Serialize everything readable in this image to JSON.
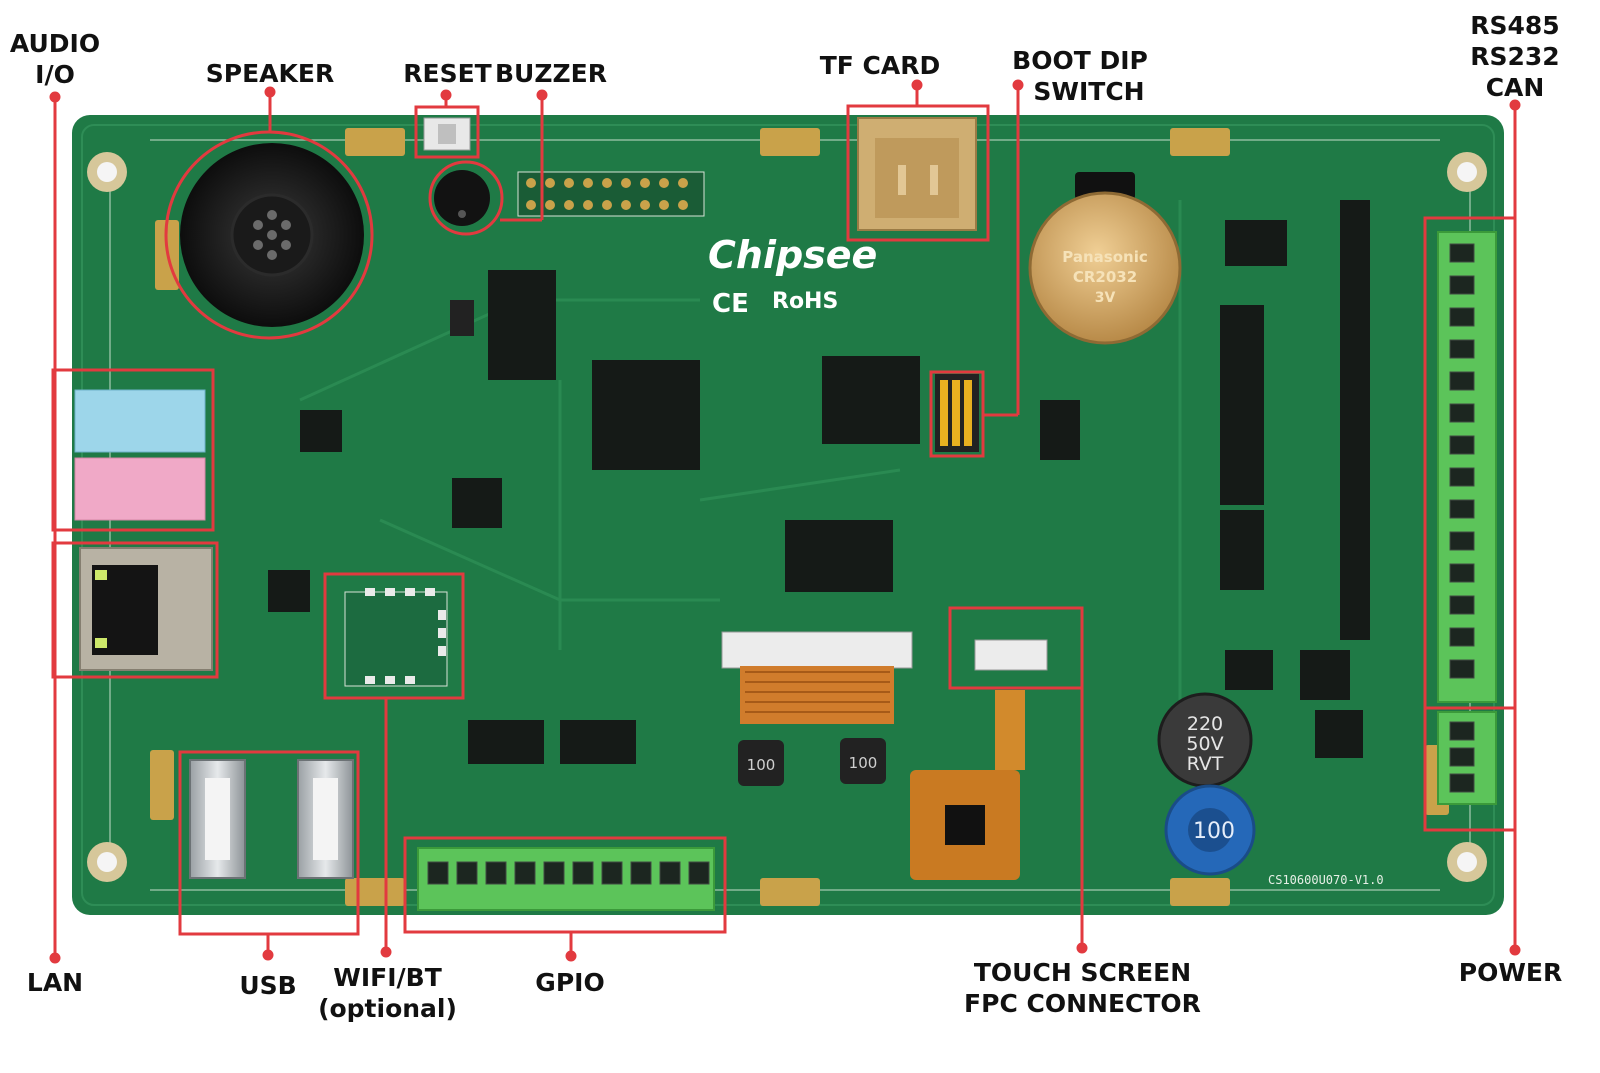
{
  "labels": {
    "audio_io": [
      "AUDIO",
      "I/O"
    ],
    "speaker": "SPEAKER",
    "reset": "RESET",
    "buzzer": "BUZZER",
    "tf_card": "TF CARD",
    "boot_dip": [
      "BOOT DIP",
      "SWITCH"
    ],
    "serial": [
      "RS485",
      "RS232",
      "CAN"
    ],
    "lan": "LAN",
    "usb": "USB",
    "wifi_bt": [
      "WIFI/BT",
      "(optional)"
    ],
    "gpio": "GPIO",
    "touch": [
      "TOUCH SCREEN",
      "FPC CONNECTOR"
    ],
    "power": "POWER"
  },
  "board": {
    "brand": "Chipsee",
    "ce": "CE",
    "rohs": "RoHS",
    "battery": [
      "Panasonic",
      "CR2032",
      "3V"
    ],
    "capacitor": [
      "220",
      "50V",
      "RVT"
    ],
    "inductor": "100",
    "model": "CS10600U070-V1.0"
  },
  "colors": {
    "pcb": "#1f7a46",
    "callout": "#e23a3f",
    "terminal": "#5cc45a"
  }
}
